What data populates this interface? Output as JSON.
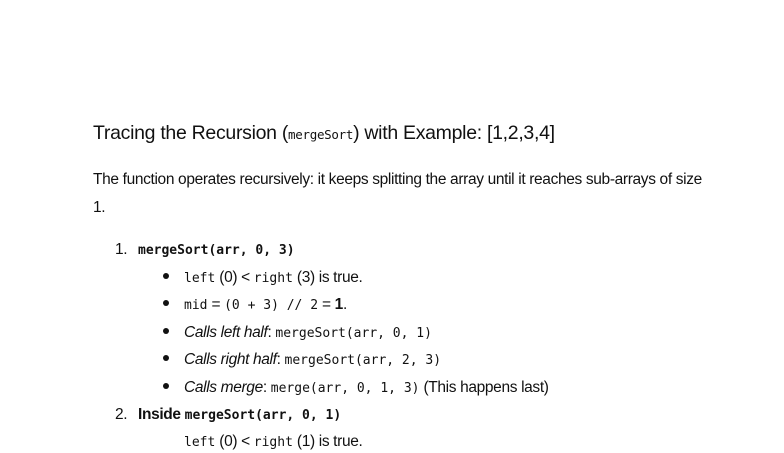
{
  "heading": {
    "prefix": "Tracing the Recursion (",
    "code": "mergeSort",
    "suffix": ") with Example: [1,2,3,4]"
  },
  "intro": "The function operates recursively: it keeps splitting the array until it reaches sub-arrays of size 1.",
  "steps": [
    {
      "marker": "1.",
      "label": "",
      "code": "mergeSort(arr, 0, 3)",
      "bullets": [
        {
          "code1": "left",
          "t1": " (0) < ",
          "code2": "right",
          "t2": " (3) is true."
        },
        {
          "code1": "mid",
          "t1": " = ",
          "code2": "(0 + 3) // 2",
          "t2": " = ",
          "bold": "1",
          "t3": "."
        },
        {
          "italic": "Calls left half",
          "t1": ": ",
          "code": "mergeSort(arr, 0, 1)"
        },
        {
          "italic": "Calls right half",
          "t1": ": ",
          "code": "mergeSort(arr, 2, 3)"
        },
        {
          "italic": "Calls merge",
          "t1": ": ",
          "code": "merge(arr, 0, 1, 3)",
          "t2": " (This happens last)"
        }
      ]
    },
    {
      "marker": "2.",
      "label": "Inside ",
      "code": "mergeSort(arr, 0, 1)",
      "bullets": [
        {
          "code1": "left",
          "t1": " (0) < ",
          "code2": "right",
          "t2": " (1) is true."
        }
      ]
    }
  ]
}
